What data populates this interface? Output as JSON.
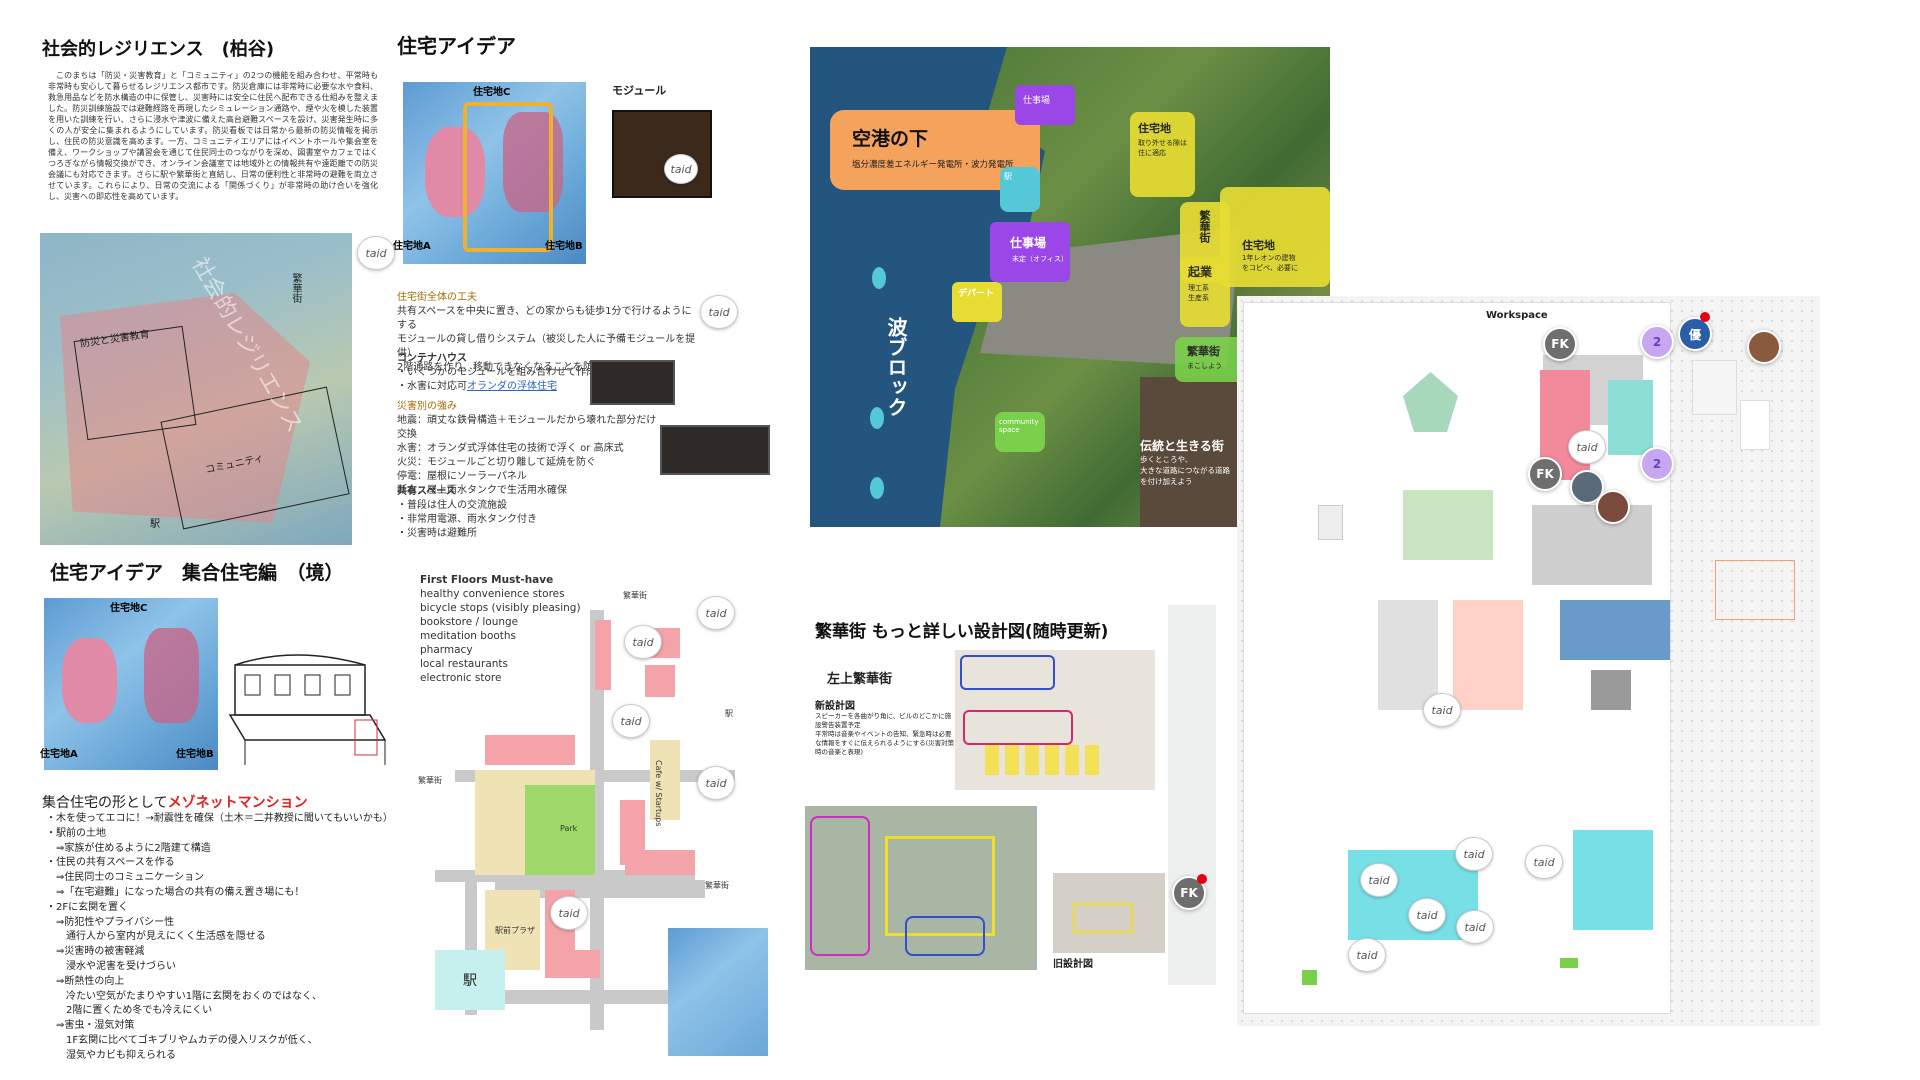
{
  "section1": {
    "title": "社会的レジリエンス　(柏谷)",
    "paragraph": "このまちは「防災・災害教育」と「コミュニティ」の2つの機能を組み合わせ、平常時も非常時も安心して暮らせるレジリエンス都市です。防災倉庫には非常時に必要な水や食料、救急用品などを防水構造の中に保管し、災害時には安全に住民へ配布できる仕組みを整えました。防災訓練施設では避難経路を再現したシミュレーション通路や、煙や火を模した装置を用いた訓練を行い、さらに浸水や津波に備えた高台避難スペースを設け、災害発生時に多くの人が安全に集まれるようにしています。防災看板では日常から最新の防災情報を掲示し、住民の防災意識を高めます。一方、コミュニティエリアにはイベントホールや集会室を備え、ワークショップや講習会を通じて住民同士のつながりを深め、図書室やカフェではくつろぎながら情報交換ができ、オンライン会議室では地域外との情報共有や遠距離での防災会議にも対応できます。さらに駅や繁華街と直結し、日常の便利性と非常時の避難を両立させています。これらにより、日常の交流による「関係づくり」が非常時の助け合いを強化し、災害への即応性を高めています。",
    "map_labels": {
      "shigaigai": "繁華街",
      "bousai": "防災と災害教育",
      "community": "コミュニティ",
      "station": "駅",
      "resilience": "社会的レジリエンス"
    }
  },
  "section2": {
    "title": "住宅アイデア",
    "labels": {
      "c": "住宅地C",
      "a": "住宅地A",
      "b": "住宅地B",
      "module": "モジュール"
    },
    "features_heading": "住宅街全体の工夫",
    "features": [
      "共有スペースを中央に置き、どの家からも徒歩1分で行けるようにする",
      "モジュールの貸し借りシステム（被災した人に予備モジュールを提供）",
      "2階通路を作り、移動できなくなることを防ぐ"
    ],
    "container_heading": "コンテナハウス",
    "container_items": [
      "・いくつかのモジュールを組み合わせて作成",
      "・水害に対応可"
    ],
    "container_link": "オランダの浮体住宅",
    "disaster_heading": "災害別の強み",
    "disaster_items": [
      "地震：頑丈な鉄骨構造＋モジュールだから壊れた部分だけ交換",
      "水害：オランダ式浮体住宅の技術で浮く or 高床式",
      "火災：モジュールごと切り離して延焼を防ぐ",
      "停電：屋根にソーラーパネル",
      "断水：屋上雨水タンクで生活用水確保"
    ],
    "shared_heading": "共有スペース",
    "shared_items": [
      "・普段は住人の交流施設",
      "・非常用電源、雨水タンク付き",
      "・災害時は避難所"
    ]
  },
  "section3": {
    "title": "住宅アイデア　集合住宅編　（境）",
    "labels": {
      "c": "住宅地C",
      "a": "住宅地A",
      "b": "住宅地B"
    },
    "heading_prefix": "集合住宅の形として",
    "heading_highlight": "メゾネットマンション",
    "lines": [
      "・木を使ってエコに！→耐震性を確保（土木＝二井教授に聞いてもいいかも）",
      "・駅前の土地",
      "　⇒家族が住めるように2階建て構造",
      "・住民の共有スペースを作る",
      "　⇒住民同士のコミュニケーション",
      "　⇒「在宅避難」になった場合の共有の備え置き場にも！",
      "・2Fに玄関を置く",
      "　⇒防犯性やプライバシー性",
      "　　通行人から室内が見えにくく生活感を隠せる",
      "　⇒災害時の被害軽減",
      "　　浸水や泥害を受けづらい",
      "　⇒断熱性の向上",
      "　　冷たい空気がたまりやすい1階に玄関をおくのではなく、",
      "　　2階に置くため冬でも冷えにくい",
      "　⇒害虫・湿気対策",
      "　　1F玄関に比べてゴキブリやムカデの侵入リスクが低く、",
      "　　湿気やカビも抑えられる"
    ]
  },
  "section4": {
    "heading": "First Floors Must-have",
    "items": [
      "healthy convenience stores",
      "bicycle stops (visibly pleasing)",
      "bookstore / lounge",
      "meditation booths",
      "pharmacy",
      "local restaurants",
      "electronic store"
    ],
    "map_labels": {
      "s1": "繁華街",
      "s2": "駅",
      "s3": "繁華街",
      "s4": "繁華街",
      "park": "Park",
      "cafe": "Cafe w/ Startups",
      "plaza": "駅前プラザ",
      "station": "駅"
    }
  },
  "section5": {
    "airport_title": "空港の下",
    "airport_sub": "塩分濃度差エネルギー発電所・波力発電所",
    "wave_block": "波ブロック",
    "work": "仕事場",
    "work_sub": "未定（オフィス）",
    "dept": "デパート",
    "housing": "住宅地",
    "housing_sub": "取り外せる隙は\n住に適応",
    "shigaigai": "繁華街",
    "kigyo": "起業",
    "kigyo_sub": "理工系\n生産系",
    "housing2": "住宅地",
    "housing2_sub": "1年レオンの建物\nをコピペ、必要に",
    "shigaigai2": "繁華街",
    "shigaigai2_sub": "まこしよう",
    "tradition": "伝統と生きる街",
    "tradition_sub": "歩くところや、\n大きな道路につながる道路\nを付け加えよう",
    "community": "community\nspace",
    "top1": "仕事場",
    "station": "駅"
  },
  "section6": {
    "title": "繁華街 もっと詳しい設計図(随時更新)",
    "subtitle": "左上繁華街",
    "new_design": "新設計図",
    "new_design_desc": "スピーカーを各曲がり角に、ビルのどこかに施設警告装置予定\n平常時は音楽やイベントの告知、緊急時は必要な情報をすぐに伝えられるようにする(災害対策時の音楽と表現)",
    "old_design": "旧設計図"
  },
  "workspace": {
    "title": "Workspace",
    "avatars": [
      "FK",
      "FK",
      "2",
      "2",
      "優",
      "FK"
    ]
  },
  "taid_label": "taid",
  "colors": {
    "accent_orange": "#f5a25d",
    "purple": "#9b46e6",
    "yellow": "#e6dc33",
    "green": "#7ad04a",
    "pink": "#f4a4a8",
    "red": "#e60012"
  }
}
